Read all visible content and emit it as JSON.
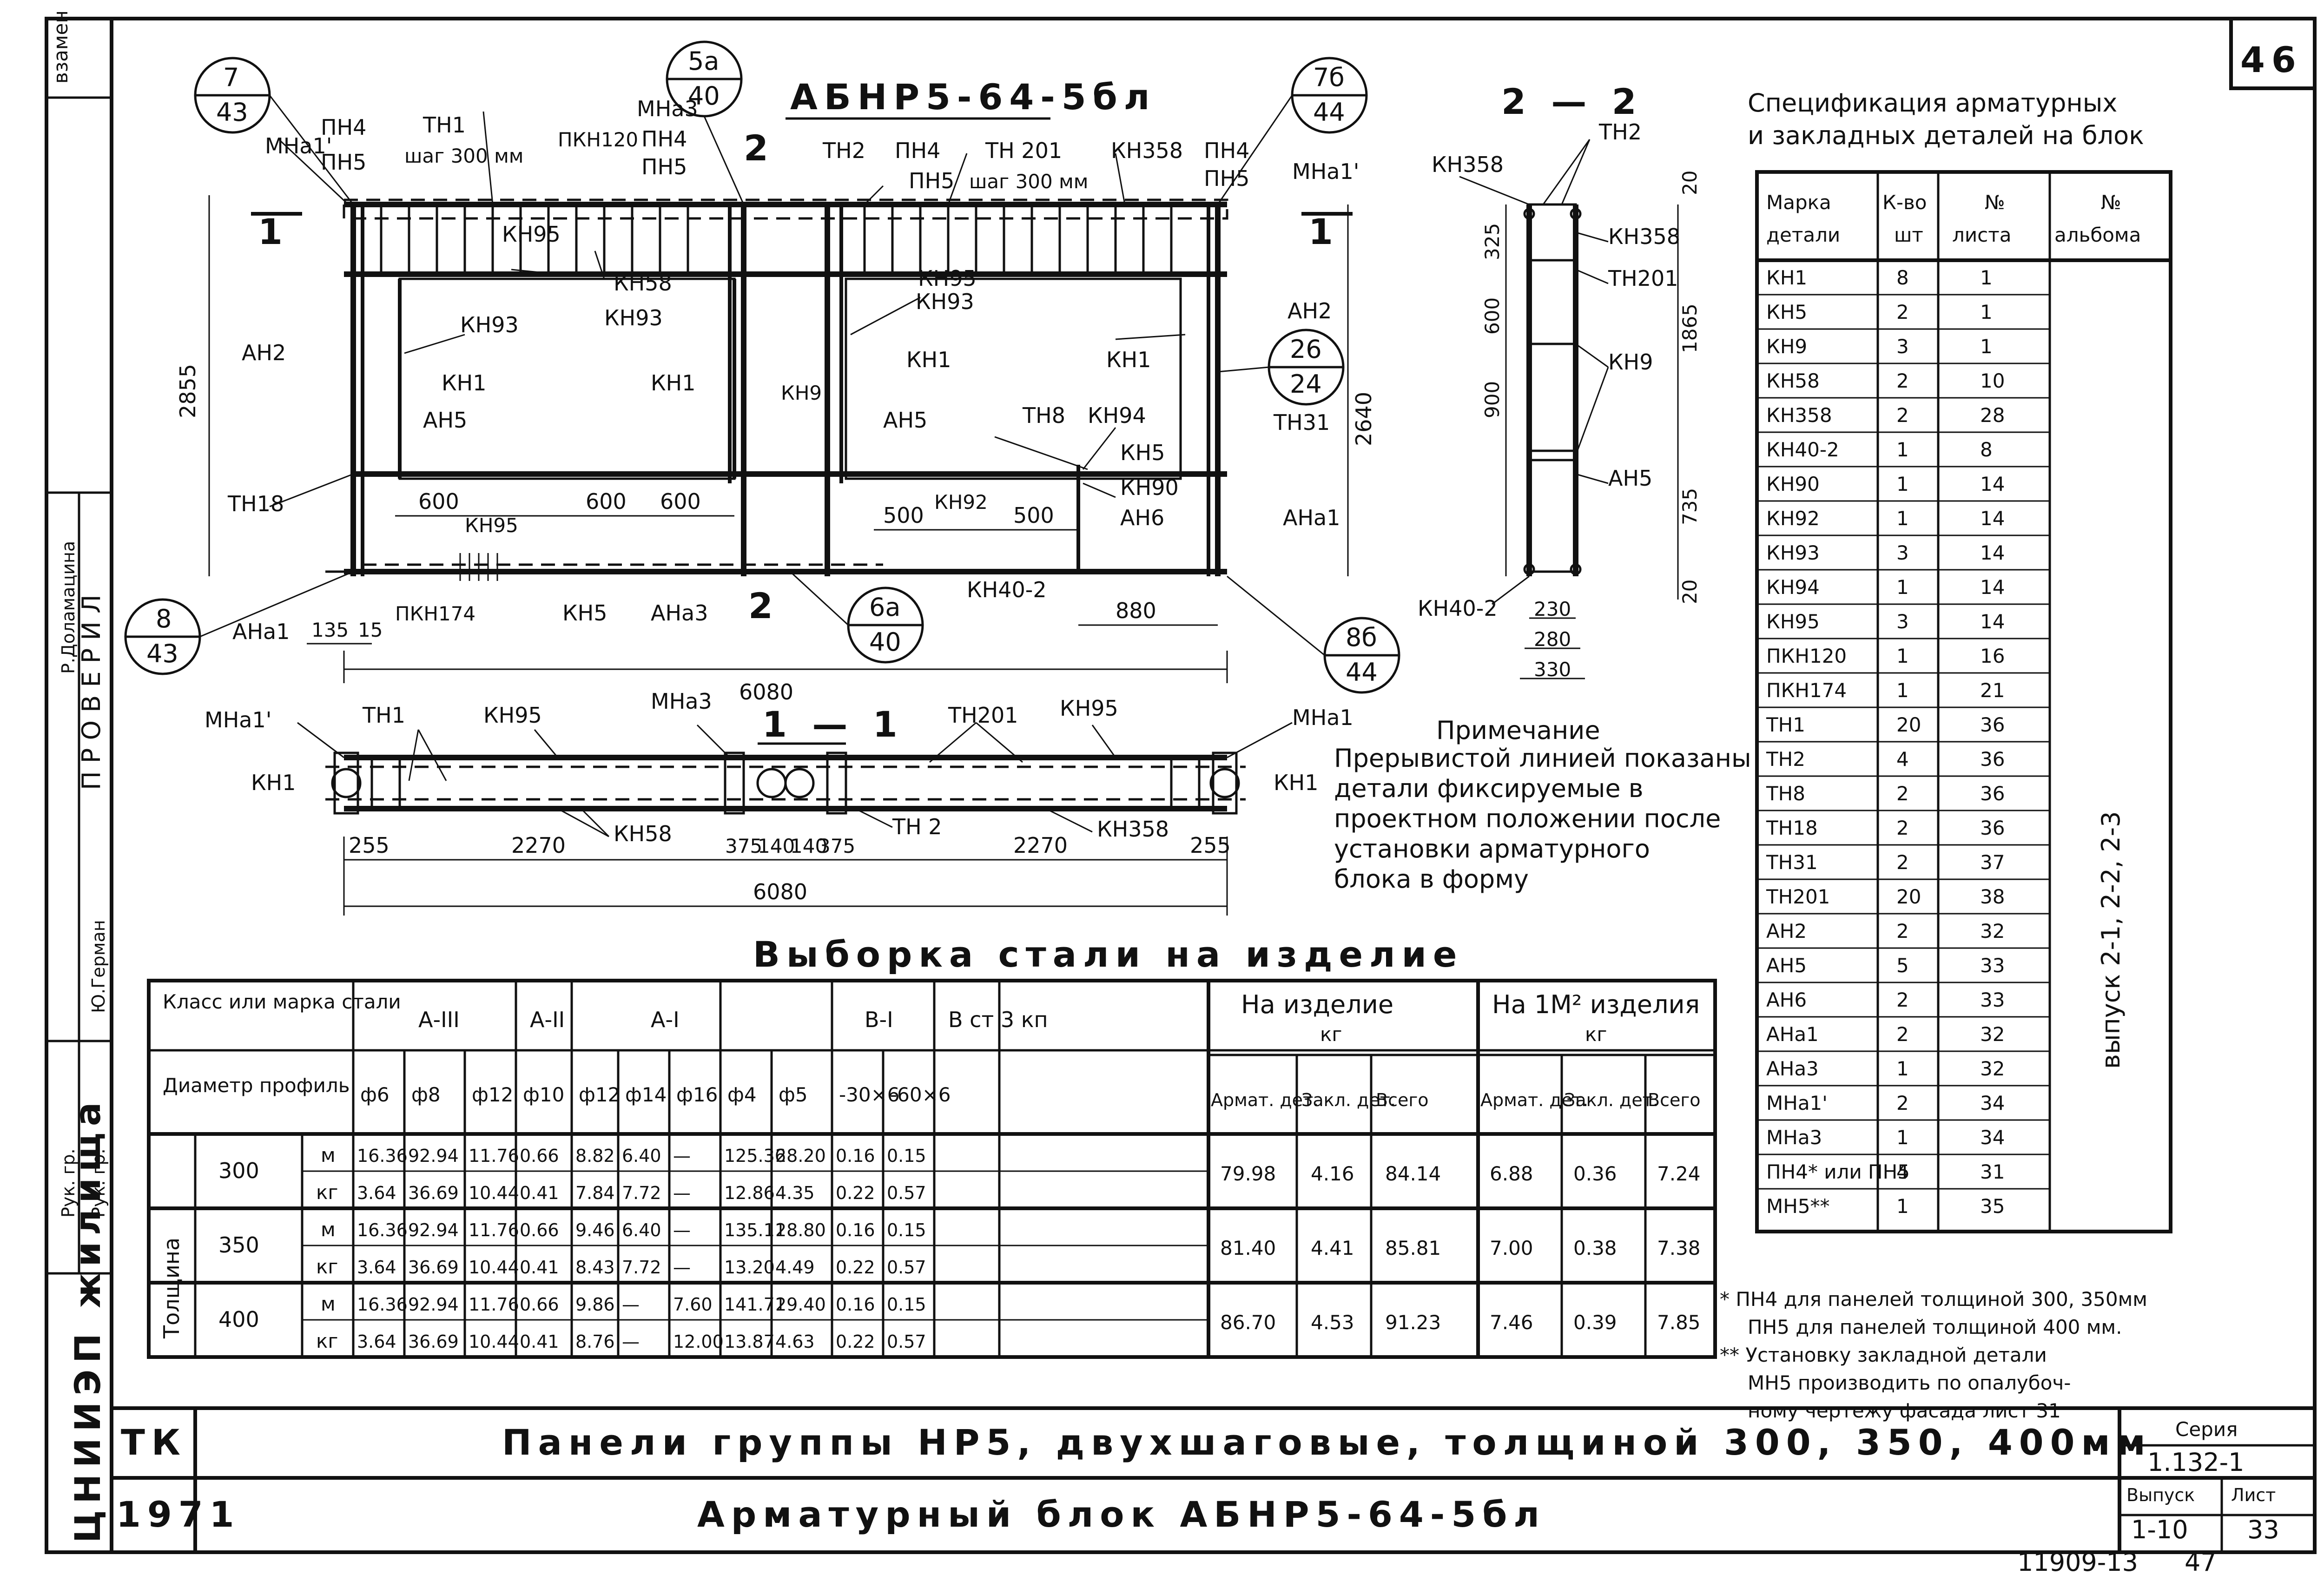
{
  "corner": {
    "page_number": "46",
    "inventory_number": "11909-13",
    "page_small": "47"
  },
  "left_margin": {
    "stamp": "ЦНИИЭП жилища",
    "vzamen": "взамен",
    "proveril": "П Р О В Е Р И Л",
    "rows": [
      {
        "role": "Рук. гр.",
        "name": "Р.Доламацина"
      },
      {
        "role": "Рук. гр.",
        "name": "Ю.Герман"
      }
    ]
  },
  "main_view": {
    "title": "АБНР5-64-5бл",
    "callouts": [
      {
        "top": "7",
        "bottom": "43"
      },
      {
        "top": "5а",
        "bottom": "40"
      },
      {
        "top": "7б",
        "bottom": "44"
      },
      {
        "top": "26",
        "bottom": "24"
      },
      {
        "top": "8",
        "bottom": "43"
      },
      {
        "top": "6а",
        "bottom": "40"
      },
      {
        "top": "8б",
        "bottom": "44"
      }
    ],
    "labels": {
      "mna1_left": "МНа1'",
      "pn4_a": "ПН4",
      "pn5_a": "ПН5",
      "tn1": "ТН1",
      "shag_a": "шаг 300 мм",
      "pkn120": "ПКН120",
      "mna3": "МНа3",
      "pn4_b": "ПН4",
      "pn5_b": "ПН5",
      "tn2": "ТН2",
      "pn4_c": "ПН4",
      "pn5_c": "ПН5",
      "tn201": "ТН 201",
      "shag_b": "шаг 300 мм",
      "kn358": "КН358",
      "pn4_d": "ПН4",
      "pn5_d": "ПН5",
      "mna1_right": "МНа1'",
      "kn95_a": "КН95",
      "kn58": "КН58",
      "kn95_b": "КН95",
      "kn93_a": "КН93",
      "kn93_b": "КН93",
      "kn93_c": "КН93",
      "ah2_left": "АН2",
      "kn1_a": "КН1",
      "kn1_b": "КН1",
      "kn9": "КН9",
      "kn1_c": "КН1",
      "kn1_d": "КН1",
      "ah2_right": "АН2",
      "ah5_a": "АН5",
      "ah5_b": "АН5",
      "tn8": "ТН8",
      "kn94": "КН94",
      "kn5_a": "КН5",
      "tn31": "ТН31",
      "tn18": "ТН18",
      "kn95_c": "КН95",
      "kn92": "КН92",
      "kn90": "КН90",
      "ah6": "АН6",
      "ana1_a": "АНа1",
      "ana1_b": "АНа1",
      "pkn174": "ПКН174",
      "kn5_b": "КН5",
      "ana3": "АНа3",
      "kn40": "КН40-2",
      "cut_1": "1",
      "cut_2": "2"
    },
    "dims": {
      "h_total": "2855",
      "h_right": "2640",
      "d600_a": "600",
      "d600_b": "600",
      "d600_c": "600",
      "d500_a": "500",
      "d500_b": "500",
      "d880": "880",
      "d135": "135",
      "d15": "15",
      "d6080": "6080"
    }
  },
  "section_2_2": {
    "title": "2 — 2",
    "labels": {
      "kn358_a": "КН358",
      "tn2": "ТН2",
      "kn358_b": "КН358",
      "tn201": "ТН201",
      "kn9": "КН9",
      "ah5": "АН5",
      "kn40": "КН40-2"
    },
    "dims": {
      "d20_top": "20",
      "d325": "325",
      "d600": "600",
      "d900": "900",
      "d1865": "1865",
      "d735": "735",
      "d20_bot": "20",
      "d230": "230",
      "d280": "280",
      "d330": "330"
    }
  },
  "section_1_1": {
    "title": "1 — 1",
    "labels": {
      "mna1_left": "МНа1'",
      "tn1": "ТН1",
      "kn95_a": "КН95",
      "mna3": "МНа3",
      "tn201": "ТН201",
      "kn95_b": "КН95",
      "mna1_right": "МНа1",
      "kn1_left": "КН1",
      "kn1_right": "КН1",
      "kn58": "КН58",
      "tn2": "ТН 2",
      "kn358": "КН358"
    },
    "dims": [
      "255",
      "2270",
      "375",
      "140",
      "140",
      "375",
      "2270",
      "255"
    ],
    "total": "6080"
  },
  "note": {
    "title": "Примечание",
    "lines": [
      "Прерывистой линией показаны",
      "детали фиксируемые в",
      "проектном положении после",
      "установки арматурного",
      "блока в форму"
    ]
  },
  "spec_table": {
    "title_line1": "Спецификация арматурных",
    "title_line2": "и закладных деталей на блок",
    "headers": [
      {
        "l1": "Марка",
        "l2": "детали"
      },
      {
        "l1": "К-во",
        "l2": "шт"
      },
      {
        "l1": "№",
        "l2": "листа"
      },
      {
        "l1": "№",
        "l2": "альбома"
      }
    ],
    "album_vertical": "выпуск 2-1, 2-2, 2-3",
    "rows": [
      {
        "mark": "КН1",
        "qty": "8",
        "sheet": "1"
      },
      {
        "mark": "КН5",
        "qty": "2",
        "sheet": "1"
      },
      {
        "mark": "КН9",
        "qty": "3",
        "sheet": "1"
      },
      {
        "mark": "КН58",
        "qty": "2",
        "sheet": "10"
      },
      {
        "mark": "КН358",
        "qty": "2",
        "sheet": "28"
      },
      {
        "mark": "КН40-2",
        "qty": "1",
        "sheet": "8"
      },
      {
        "mark": "КН90",
        "qty": "1",
        "sheet": "14"
      },
      {
        "mark": "КН92",
        "qty": "1",
        "sheet": "14"
      },
      {
        "mark": "КН93",
        "qty": "3",
        "sheet": "14"
      },
      {
        "mark": "КН94",
        "qty": "1",
        "sheet": "14"
      },
      {
        "mark": "КН95",
        "qty": "3",
        "sheet": "14"
      },
      {
        "mark": "ПКН120",
        "qty": "1",
        "sheet": "16"
      },
      {
        "mark": "ПКН174",
        "qty": "1",
        "sheet": "21"
      },
      {
        "mark": "ТН1",
        "qty": "20",
        "sheet": "36"
      },
      {
        "mark": "ТН2",
        "qty": "4",
        "sheet": "36"
      },
      {
        "mark": "ТН8",
        "qty": "2",
        "sheet": "36"
      },
      {
        "mark": "ТН18",
        "qty": "2",
        "sheet": "36"
      },
      {
        "mark": "ТН31",
        "qty": "2",
        "sheet": "37"
      },
      {
        "mark": "ТН201",
        "qty": "20",
        "sheet": "38"
      },
      {
        "mark": "АН2",
        "qty": "2",
        "sheet": "32"
      },
      {
        "mark": "АН5",
        "qty": "5",
        "sheet": "33"
      },
      {
        "mark": "АН6",
        "qty": "2",
        "sheet": "33"
      },
      {
        "mark": "АНа1",
        "qty": "2",
        "sheet": "32"
      },
      {
        "mark": "АНа3",
        "qty": "1",
        "sheet": "32"
      },
      {
        "mark": "МНа1'",
        "qty": "2",
        "sheet": "34"
      },
      {
        "mark": "МНа3",
        "qty": "1",
        "sheet": "34"
      },
      {
        "mark": "ПН4* или ПН5",
        "qty": "4",
        "sheet": "31"
      },
      {
        "mark": "МН5**",
        "qty": "1",
        "sheet": "35"
      }
    ]
  },
  "footnotes": [
    "* ПН4 для панелей толщиной 300, 350мм",
    "ПН5 для панелей толщиной 400 мм.",
    "** Установку закладной детали",
    "МН5 производить по опалубоч-",
    "ному чертежу фасада лист 31"
  ],
  "steel_table": {
    "title": "Выборка стали на изделие",
    "h_class": "Класс или марка стали",
    "h_diam": "Диаметр профиль",
    "groups": [
      "А-III",
      "А-II",
      "А-I",
      "В-I",
      "В ст 3 кп"
    ],
    "diams": [
      "ф6",
      "ф8",
      "ф12",
      "ф10",
      "ф12",
      "ф14",
      "ф16",
      "ф4",
      "ф5",
      "-30×6",
      "-60×6"
    ],
    "h_izd": "На изделие",
    "h_izd_u": "кг",
    "h_m2": "На 1М² изделия",
    "h_m2_u": "кг",
    "sub": [
      "Армат. дет.",
      "Закл. дет.",
      "Всего",
      "Армат. дет.",
      "Закл. дет.",
      "Всего"
    ],
    "thickness_label": "Толщина",
    "rows": [
      {
        "t": "300",
        "m": [
          "16.36",
          "92.94",
          "11.76",
          "0.66",
          "8.82",
          "6.40",
          "—",
          "125.36",
          "28.20",
          "0.16",
          "0.15"
        ],
        "kg": [
          "3.64",
          "36.69",
          "10.44",
          "0.41",
          "7.84",
          "7.72",
          "—",
          "12.86",
          "4.35",
          "0.22",
          "0.57"
        ],
        "tot": [
          "79.98",
          "4.16",
          "84.14",
          "6.88",
          "0.36",
          "7.24"
        ]
      },
      {
        "t": "350",
        "m": [
          "16.36",
          "92.94",
          "11.76",
          "0.66",
          "9.46",
          "6.40",
          "—",
          "135.11",
          "28.80",
          "0.16",
          "0.15"
        ],
        "kg": [
          "3.64",
          "36.69",
          "10.44",
          "0.41",
          "8.43",
          "7.72",
          "—",
          "13.20",
          "4.49",
          "0.22",
          "0.57"
        ],
        "tot": [
          "81.40",
          "4.41",
          "85.81",
          "7.00",
          "0.38",
          "7.38"
        ]
      },
      {
        "t": "400",
        "m": [
          "16.36",
          "92.94",
          "11.76",
          "0.66",
          "9.86",
          "—",
          "7.60",
          "141.71",
          "29.40",
          "0.16",
          "0.15"
        ],
        "kg": [
          "3.64",
          "36.69",
          "10.44",
          "0.41",
          "8.76",
          "—",
          "12.00",
          "13.87",
          "4.63",
          "0.22",
          "0.57"
        ],
        "tot": [
          "86.70",
          "4.53",
          "91.23",
          "7.46",
          "0.39",
          "7.85"
        ]
      }
    ],
    "unit_m": "м",
    "unit_kg": "кг"
  },
  "title_block": {
    "tk": "ТК",
    "year": "1971",
    "line1": "Панели группы НР5, двухшаговые, толщиной 300, 350, 400мм",
    "line2": "Арматурный блок АБНР5-64-5бл",
    "series_label": "Серия",
    "series": "1.132-1",
    "vypusk_label": "Выпуск",
    "vypusk": "1-10",
    "list_label": "Лист",
    "list": "33"
  }
}
